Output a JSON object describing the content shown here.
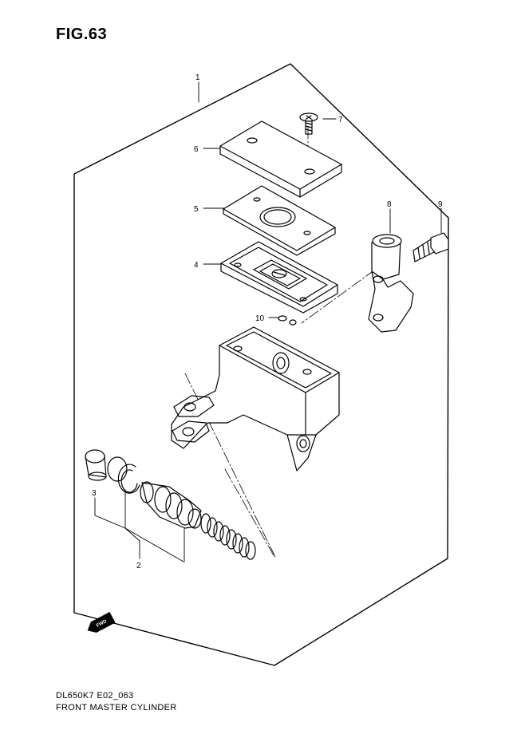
{
  "figure": {
    "title": "FIG.63",
    "code": "DL650K7 E02_063",
    "name": "FRONT MASTER CYLINDER"
  },
  "callouts": [
    {
      "id": "1",
      "label": "1"
    },
    {
      "id": "2",
      "label": "2"
    },
    {
      "id": "3",
      "label": "3"
    },
    {
      "id": "4",
      "label": "4"
    },
    {
      "id": "5",
      "label": "5"
    },
    {
      "id": "6",
      "label": "6"
    },
    {
      "id": "7",
      "label": "7"
    },
    {
      "id": "8",
      "label": "8"
    },
    {
      "id": "9",
      "label": "9"
    },
    {
      "id": "10",
      "label": "10"
    }
  ],
  "fwd_badge": "FWD"
}
